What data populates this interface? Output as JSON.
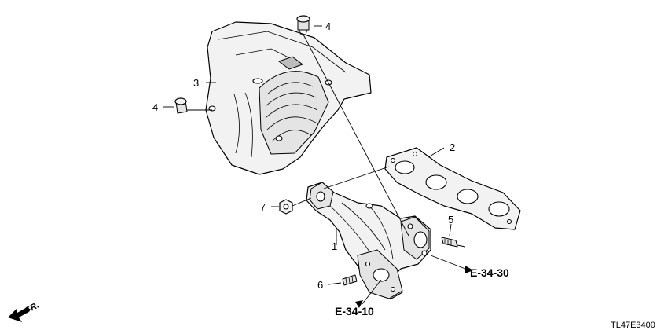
{
  "callouts": {
    "c1": "1",
    "c2": "2",
    "c3": "3",
    "c4a": "4",
    "c4b": "4",
    "c5": "5",
    "c6": "6",
    "c7": "7"
  },
  "references": {
    "e3430": "E-34-30",
    "e3410": "E-34-10"
  },
  "direction": {
    "front": "FR."
  },
  "diagram_code": "TL47E3400"
}
